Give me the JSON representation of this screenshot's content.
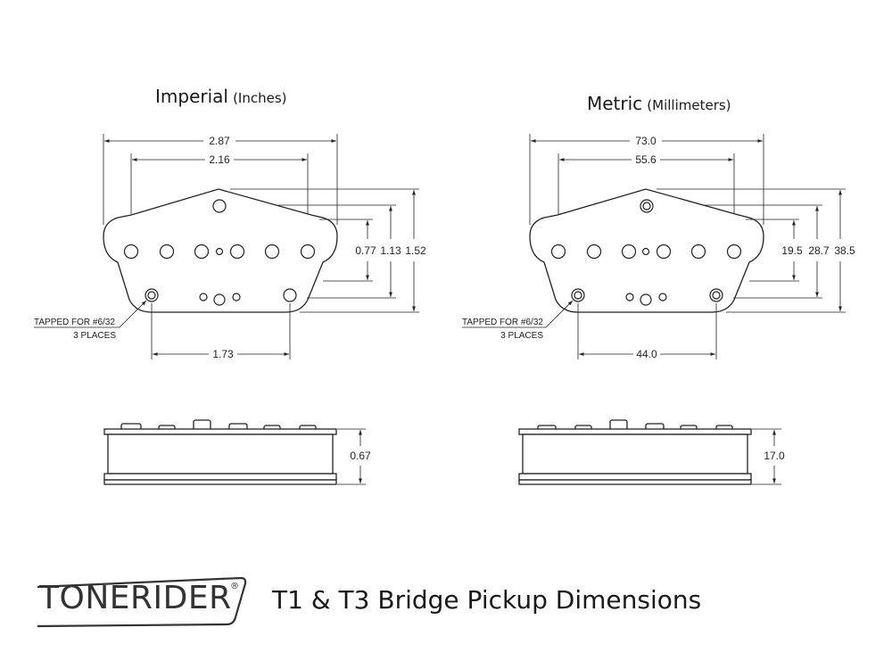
{
  "imperial": {
    "title": "Imperial",
    "subtitle": "(Inches)",
    "overall_width": "2.87",
    "pole_span": "2.16",
    "h_inner": "0.77",
    "h_mid": "1.13",
    "h_outer": "1.52",
    "mount_span": "1.73",
    "height": "0.67",
    "note_line1": "TAPPED FOR #6/32",
    "note_line2": "3 PLACES"
  },
  "metric": {
    "title": "Metric",
    "subtitle": "(Millimeters)",
    "overall_width": "73.0",
    "pole_span": "55.6",
    "h_inner": "19.5",
    "h_mid": "28.7",
    "h_outer": "38.5",
    "mount_span": "44.0",
    "height": "17.0",
    "note_line1": "TAPPED FOR #6/32",
    "note_line2": "3 PLACES"
  },
  "brand": {
    "name": "TONERIDER",
    "registered": "®"
  },
  "footer_title": "T1 & T3 Bridge Pickup Dimensions"
}
